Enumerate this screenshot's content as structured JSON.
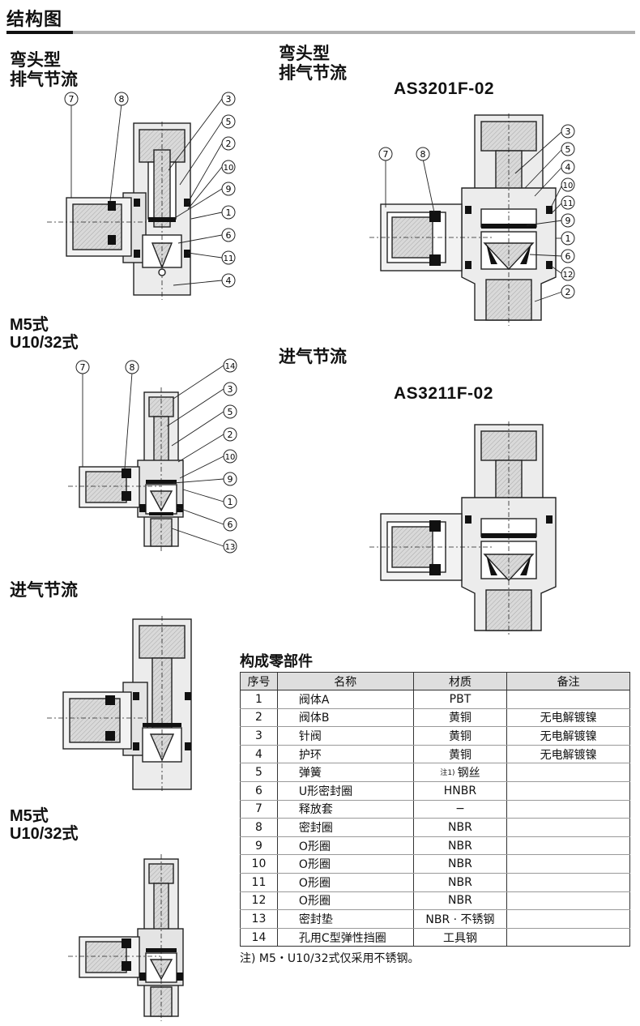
{
  "header": {
    "title": "结构图"
  },
  "sections": {
    "elbow_exhaust": "弯头型\n排气节流",
    "elbow_exhaust_right": "弯头型\n排气节流",
    "model_as3201": "AS3201F-02",
    "m5_u10_a": {
      "line1": "M5式",
      "line2": "U10/32式"
    },
    "meter_in_right": "进气节流",
    "model_as3211": "AS3211F-02",
    "meter_in_left": "进气节流",
    "m5_u10_b": {
      "line1": "M5式",
      "line2": "U10/32式"
    }
  },
  "callouts": {
    "d1_left": [
      "7",
      "8"
    ],
    "d1_right": [
      "3",
      "5",
      "2",
      "10",
      "9",
      "1",
      "6",
      "11",
      "4"
    ],
    "d2_left": [
      "7",
      "8"
    ],
    "d2_right": [
      "3",
      "5",
      "4",
      "10",
      "11",
      "9",
      "1",
      "6",
      "12",
      "2"
    ],
    "d3_left": [
      "7",
      "8"
    ],
    "d3_right": [
      "14",
      "3",
      "5",
      "2",
      "10",
      "9",
      "1",
      "6",
      "13"
    ]
  },
  "parts_table": {
    "title": "构成零部件",
    "headers": [
      "序号",
      "名称",
      "材质",
      "备注"
    ],
    "rows": [
      {
        "no": "1",
        "name": "阀体A",
        "material": "PBT",
        "remark": ""
      },
      {
        "no": "2",
        "name": "阀体B",
        "material": "黄铜",
        "remark": "无电解镀镍"
      },
      {
        "no": "3",
        "name": "针阀",
        "material": "黄铜",
        "remark": "无电解镀镍"
      },
      {
        "no": "4",
        "name": "护环",
        "material": "黄铜",
        "remark": "无电解镀镍"
      },
      {
        "no": "5",
        "name": "弹簧",
        "material": "钢丝",
        "note_mark": "注1)",
        "remark": ""
      },
      {
        "no": "6",
        "name": "U形密封圈",
        "material": "HNBR",
        "remark": ""
      },
      {
        "no": "7",
        "name": "释放套",
        "material": "−",
        "remark": ""
      },
      {
        "no": "8",
        "name": "密封圈",
        "material": "NBR",
        "remark": ""
      },
      {
        "no": "9",
        "name": "O形圈",
        "material": "NBR",
        "remark": ""
      },
      {
        "no": "10",
        "name": "O形圈",
        "material": "NBR",
        "remark": ""
      },
      {
        "no": "11",
        "name": "O形圈",
        "material": "NBR",
        "remark": ""
      },
      {
        "no": "12",
        "name": "O形圈",
        "material": "NBR",
        "remark": ""
      },
      {
        "no": "13",
        "name": "密封垫",
        "material": "NBR · 不锈钢",
        "remark": ""
      },
      {
        "no": "14",
        "name": "孔用C型弹性挡圈",
        "material": "工具钢",
        "remark": ""
      }
    ],
    "footnote": "注) M5・U10/32式仅采用不锈钢。"
  },
  "colors": {
    "body_fill": "#d9d9d9",
    "seal": "#111111",
    "stroke": "#222222"
  }
}
